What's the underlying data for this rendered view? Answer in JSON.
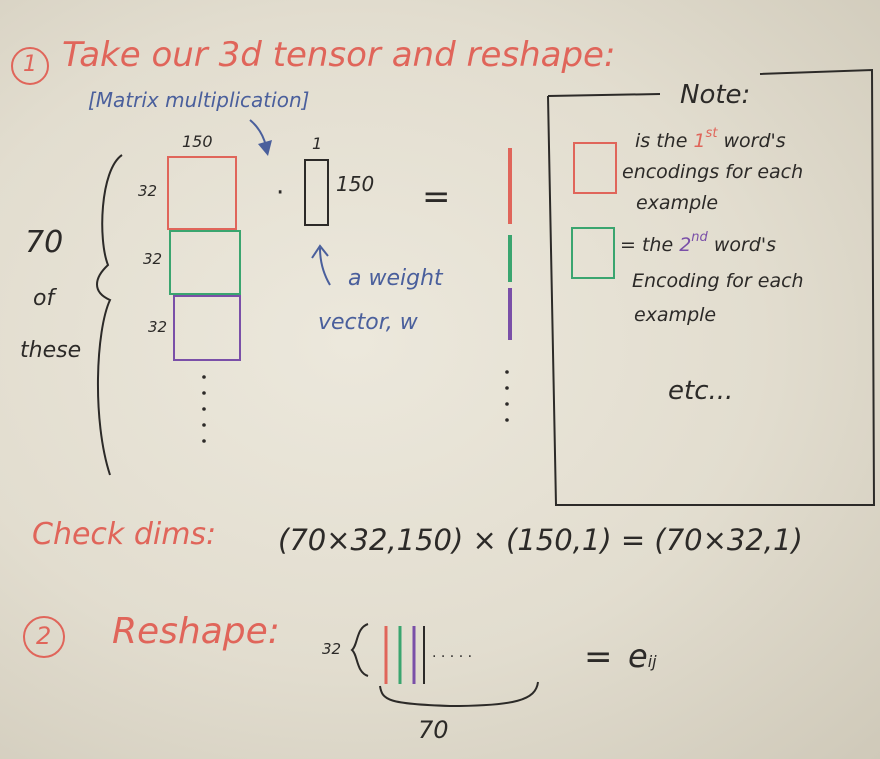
{
  "step1": {
    "number": "1",
    "title": "Take our 3d tensor and reshape:",
    "matrix_note": "[Matrix multiplication]",
    "matrix_width": "150",
    "row_labels": [
      "32",
      "32",
      "32"
    ],
    "side_label": [
      "70",
      "of",
      "these"
    ],
    "dot": "·",
    "vector_width": "1",
    "vector_height": "150",
    "equals": "=",
    "weight_label": [
      "a weight",
      "vector, w"
    ]
  },
  "note": {
    "title": "Note:",
    "red_line1_a": "is the",
    "red_line1_ord": "1",
    "red_line1_sup": "st",
    "red_line1_b": "word's",
    "red_line2": "encodings for each",
    "red_line3": "example",
    "green_line1_a": "= the",
    "green_line1_ord": "2",
    "green_line1_sup": "nd",
    "green_line1_b": "word's",
    "green_line2": "Encoding for each",
    "green_line3": "example",
    "etc": "etc..."
  },
  "check": {
    "label": "Check dims:",
    "expression": "(70×32,150) × (150,1) = (70×32,1)"
  },
  "step2": {
    "number": "2",
    "title": "Reshape:",
    "rows": "32",
    "dots": "· · · · ·",
    "equals": "=",
    "result_base": "e",
    "result_sub": "ij",
    "cols": "70"
  },
  "colors": {
    "red": "#e0655a",
    "green": "#3aa56f",
    "purple": "#7a4fa8",
    "blue": "#4a5f9c",
    "black": "#2c2a28"
  }
}
